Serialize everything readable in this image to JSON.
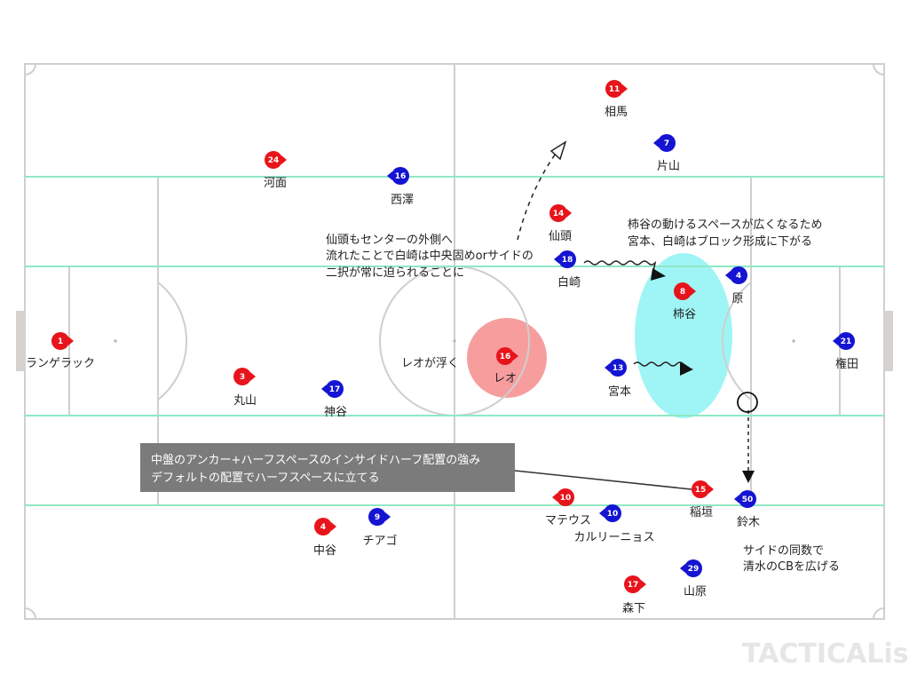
{
  "colors": {
    "red": "#e8141b",
    "blue": "#1414d2",
    "lane": "#8fe8c4",
    "line": "#cfcfcf",
    "zone_cyan": "#7ff2f2",
    "zone_red": "#f47c7c"
  },
  "players": [
    {
      "num": "1",
      "name": "ランゲラック",
      "team": "red"
    },
    {
      "num": "24",
      "name": "河面",
      "team": "red"
    },
    {
      "num": "3",
      "name": "丸山",
      "team": "red"
    },
    {
      "num": "4",
      "name": "中谷",
      "team": "red"
    },
    {
      "num": "16",
      "name": "レオ",
      "team": "red"
    },
    {
      "num": "14",
      "name": "仙頭",
      "team": "red"
    },
    {
      "num": "11",
      "name": "相馬",
      "team": "red"
    },
    {
      "num": "8",
      "name": "柿谷",
      "team": "red"
    },
    {
      "num": "10",
      "name": "マテウス",
      "team": "red"
    },
    {
      "num": "15",
      "name": "稲垣",
      "team": "red"
    },
    {
      "num": "17",
      "name": "森下",
      "team": "red"
    },
    {
      "num": "16",
      "name": "西澤",
      "team": "blue"
    },
    {
      "num": "17",
      "name": "神谷",
      "team": "blue"
    },
    {
      "num": "9",
      "name": "チアゴ",
      "team": "blue"
    },
    {
      "num": "7",
      "name": "片山",
      "team": "blue"
    },
    {
      "num": "18",
      "name": "白崎",
      "team": "blue"
    },
    {
      "num": "13",
      "name": "宮本",
      "team": "blue"
    },
    {
      "num": "10",
      "name": "カルリーニョス",
      "team": "blue"
    },
    {
      "num": "4",
      "name": "原",
      "team": "blue"
    },
    {
      "num": "21",
      "name": "権田",
      "team": "blue"
    },
    {
      "num": "50",
      "name": "鈴木",
      "team": "blue"
    },
    {
      "num": "29",
      "name": "山原",
      "team": "blue"
    }
  ],
  "notes": {
    "sento": [
      "仙頭もセンターの外側へ",
      "流れたことで白崎は中央固めorサイドの",
      "二択が常に迫られることに"
    ],
    "kakitani": [
      "柿谷の動けるスペースが広くなるため",
      "宮本、白崎はブロック形成に下がる"
    ],
    "leo": "レオが浮く",
    "side": [
      "サイドの同数で",
      "清水のCBを広げる"
    ],
    "box": [
      "中盤のアンカー+ハーフスペースのインサイドハーフ配置の強み",
      "デフォルトの配置でハーフスペースに立てる"
    ]
  },
  "watermark": "TACTICALista"
}
